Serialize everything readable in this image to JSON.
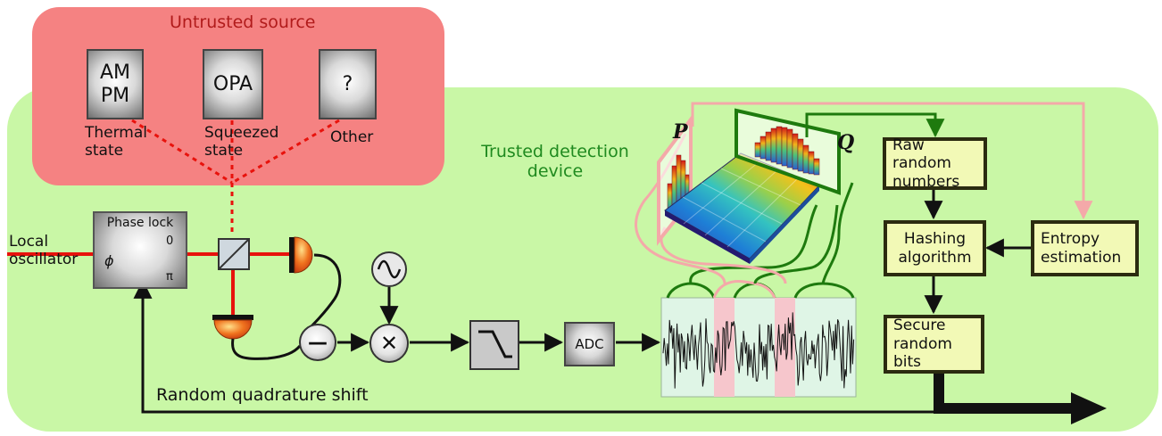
{
  "source": {
    "title": "Untrusted source",
    "boxes": [
      {
        "label_line1": "AM",
        "label_line2": "PM"
      },
      {
        "label_line1": "OPA",
        "label_line2": ""
      },
      {
        "label_line1": "?",
        "label_line2": ""
      }
    ],
    "states": [
      {
        "line1": "Thermal",
        "line2": "state"
      },
      {
        "line1": "Squeezed",
        "line2": "state"
      },
      {
        "line1": "Other",
        "line2": ""
      }
    ]
  },
  "detection": {
    "title_line1": "Trusted detection",
    "title_line2": "device"
  },
  "local_oscillator": {
    "line1": "Local",
    "line2": "oscillator"
  },
  "phase_lock": {
    "title": "Phase lock",
    "phi": "ϕ",
    "zero": "0",
    "pi": "π"
  },
  "mixer_symbols": {
    "subtract": "—",
    "multiply": "✕"
  },
  "adc": {
    "label": "ADC"
  },
  "quadratures": {
    "p": "P",
    "q": "Q"
  },
  "processing": {
    "raw": {
      "line1": "Raw random",
      "line2": "numbers"
    },
    "hashing": {
      "line1": "Hashing",
      "line2": "algorithm"
    },
    "entropy": {
      "line1": "Entropy",
      "line2": "estimation"
    },
    "secure": {
      "line1": "Secure",
      "line2": "random bits"
    }
  },
  "feedback": {
    "label": "Random quadrature shift"
  },
  "colors": {
    "untrusted_bg": "#f58282",
    "untrusted_title": "#b11b1b",
    "trusted_bg": "#c9f7a6",
    "trusted_title": "#1f8a1f",
    "laser": "#e8120c",
    "dash": "#e8120c",
    "pink_path": "#f4a9a9",
    "green_path": "#1e7a0e",
    "output_box": "#f2f9b6"
  }
}
